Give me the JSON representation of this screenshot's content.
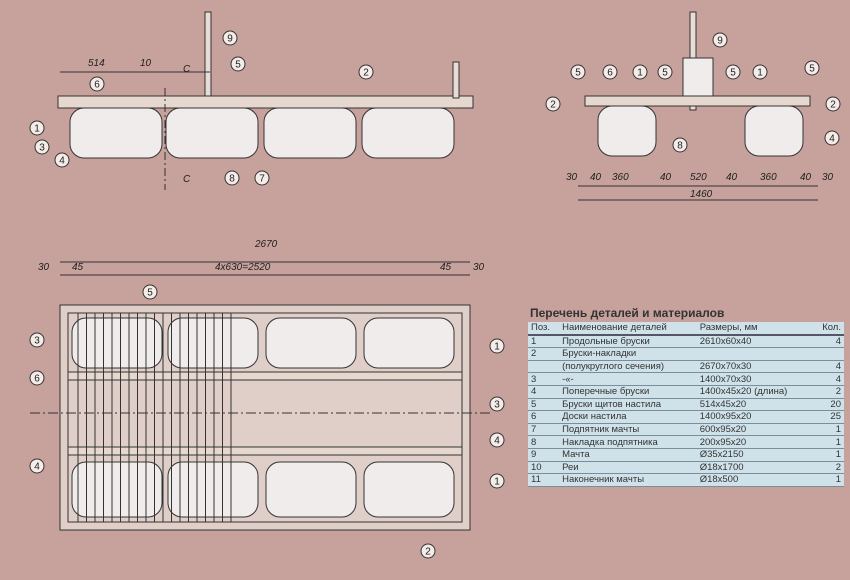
{
  "side_view": {
    "dims": [
      "514",
      "10"
    ],
    "section": [
      "C",
      "C"
    ],
    "callouts": [
      "1",
      "3",
      "4",
      "6",
      "9",
      "5",
      "2",
      "8",
      "7"
    ]
  },
  "front_view": {
    "dims": [
      "30",
      "40",
      "360",
      "40",
      "520",
      "40",
      "360",
      "40",
      "30",
      "1460"
    ],
    "callouts": [
      "5",
      "6",
      "1",
      "5",
      "9",
      "5",
      "1",
      "5",
      "2",
      "2",
      "8",
      "4"
    ]
  },
  "plan_view": {
    "dims": [
      "2670",
      "30",
      "45",
      "4x630=2520",
      "45",
      "30"
    ],
    "callouts": [
      "5",
      "3",
      "6",
      "4",
      "1",
      "3",
      "4",
      "1",
      "2"
    ]
  },
  "table": {
    "title": "Перечень деталей и материалов",
    "headers": [
      "Поз.",
      "Наименование деталей",
      "Размеры, мм",
      "Кол."
    ],
    "rows": [
      [
        "1",
        "Продольные бруски",
        "2610x60x40",
        "4"
      ],
      [
        "2",
        "Бруски-накладки",
        "",
        ""
      ],
      [
        "",
        "(полукруглого сечения)",
        "2670x70x30",
        "4"
      ],
      [
        "3",
        "-«-",
        "1400x70x30",
        "4"
      ],
      [
        "4",
        "Поперечные бруски",
        "1400x45x20 (длина)",
        "2"
      ],
      [
        "5",
        "Бруски щитов настила",
        "514x45x20",
        "20"
      ],
      [
        "6",
        "Доски настила",
        "1400x95x20",
        "25"
      ],
      [
        "7",
        "Подпятник мачты",
        "600x95x20",
        "1"
      ],
      [
        "8",
        "Накладка подпятника",
        "200x95x20",
        "1"
      ],
      [
        "9",
        "Мачта",
        "Ø35x2150",
        "1"
      ],
      [
        "10",
        "Реи",
        "Ø18x1700",
        "2"
      ],
      [
        "11",
        "Наконечник мачты",
        "Ø18x500",
        "1"
      ]
    ]
  }
}
